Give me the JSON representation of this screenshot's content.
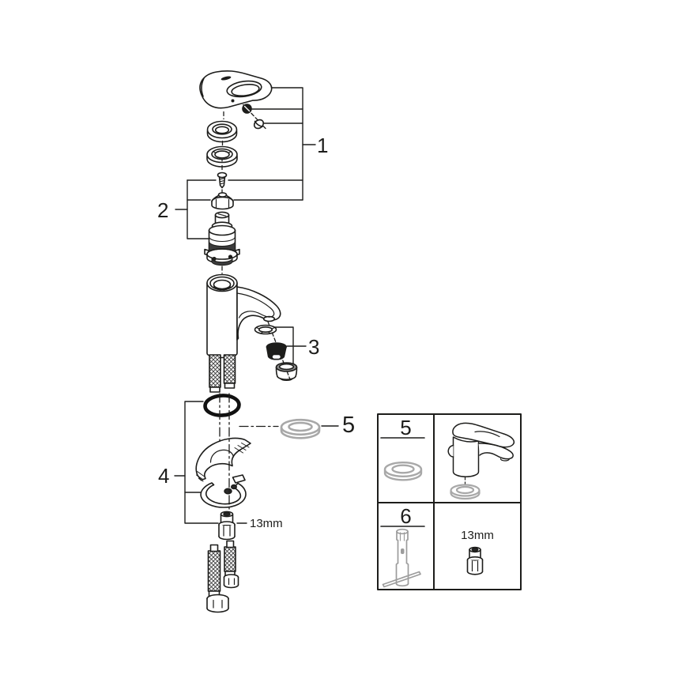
{
  "page": {
    "background": "#ffffff",
    "type": "exploded-parts-diagram"
  },
  "callouts": {
    "c1": "1",
    "c2": "2",
    "c3": "3",
    "c4": "4",
    "c5": "5",
    "wrench_size": "13mm"
  },
  "inset": {
    "item5_label": "5",
    "item6_label": "6",
    "wrench_size": "13mm"
  },
  "icon_groups": {
    "group1_parts": [
      "lever-handle",
      "handle-screw",
      "handle-plug",
      "escutcheon-cap",
      "mounting-ring"
    ],
    "group2_parts": [
      "fixing-screw",
      "cap-nut",
      "cartridge"
    ],
    "group3_parts": [
      "washer",
      "aerator-insert",
      "aerator-housing"
    ],
    "group4_parts": [
      "o-ring",
      "mounting-wedge",
      "horseshoe-washer",
      "mounting-nut"
    ],
    "group5_parts": [
      "base-gasket"
    ],
    "group6_parts": [
      "mounting-tool"
    ]
  },
  "colors": {
    "line": "#1d1d1b",
    "grey_part": "#a8a8a8",
    "tool_grey": "#9c9c9c",
    "background": "#ffffff"
  }
}
